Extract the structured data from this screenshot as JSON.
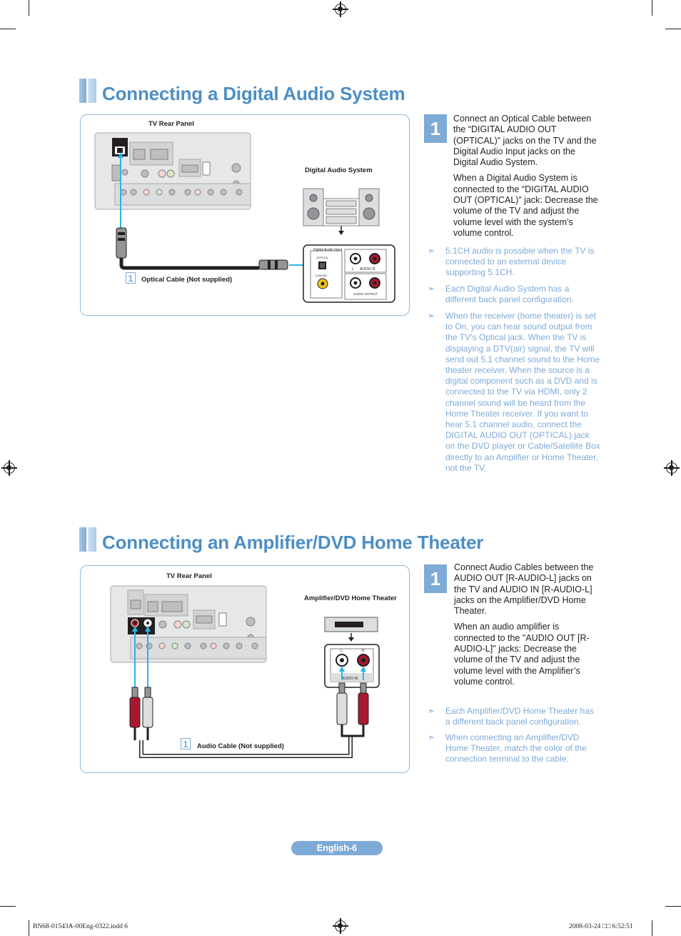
{
  "section1": {
    "title": "Connecting a Digital Audio System",
    "tv_label": "TV Rear Panel",
    "device_label": "Digital Audio System",
    "cable_number": "1",
    "cable_label": "Optical Cable (Not supplied)",
    "step_number": "1",
    "step_paragraphs": [
      "Connect an Optical Cable between the “DIGITAL AUDIO OUT (OPTICAL)” jacks on the TV and the Digital Audio Input jacks on the Digital Audio System.",
      "When a Digital Audio System is connected to the “DIGITAL AUDIO OUT (OPTICAL)” jack: Decrease the volume of the TV and adjust the volume level with the system’s volume control."
    ],
    "notes": [
      "5.1CH audio is possible when the TV is connected to an external device supporting 5.1CH.",
      "Each Digital Audio System has a different back panel configuration.",
      "When the receiver (home theater) is set to On, you can hear sound output from the TV’s Optical jack. When the TV is displaying a DTV(air) signal, the TV will send out 5.1 channel sound to the Home theater receiver. When the source is a digital component such as a DVD and is connected to the TV via HDMI, only 2 channel sound will be heard from the Home Theater receiver. If you want to hear 5.1 channel audio, connect the DIGITAL AUDIO OUT (OPTICAL) jack on the DVD player or Cable/Satellite Box directly to an Amplifier or Home Theater, not the TV."
    ],
    "device_panel": {
      "header": "Digital Audio Input",
      "optical": "OPTICAL",
      "coaxial": "COAXIAL",
      "left": "L",
      "audio": "AUDIO",
      "right": "R",
      "output": "AUDIO OUTPUT"
    }
  },
  "section2": {
    "title": "Connecting an Amplifier/DVD Home Theater",
    "tv_label": "TV Rear Panel",
    "device_label": "Amplifier/DVD Home Theater",
    "cable_number": "1",
    "cable_label": "Audio Cable (Not supplied)",
    "step_number": "1",
    "step_paragraphs": [
      "Connect Audio Cables between the AUDIO OUT [R-AUDIO-L] jacks on the TV and AUDIO IN [R-AUDIO-L] jacks on the Amplifier/DVD Home Theater.",
      "When an audio amplifier is connected to the \"AUDIO OUT [R-AUDIO-L]\" jacks: Decrease the volume of the TV and adjust the volume level with the Amplifier’s volume control."
    ],
    "notes": [
      "Each Amplifier/DVD Home Theater has a different back panel configuration.",
      "When connecting an Amplifier/DVD Home Theater, match the color of the connection terminal to the cable."
    ],
    "device_panel": {
      "left": "L",
      "right": "R",
      "audio_in": "AUDIO IN"
    }
  },
  "note_arrow": "➣",
  "page_label": "English-6",
  "footer": {
    "file": "BN68-01543A-00Eng-0322.indd   6",
    "date": "2008-03-24   □□ 6:52:51"
  },
  "colors": {
    "accent": "#7eaad6",
    "title": "#4d8ec4",
    "border": "#8fb8db",
    "cable_blue": "#29b5e8",
    "jack_red": "#a6192e"
  }
}
